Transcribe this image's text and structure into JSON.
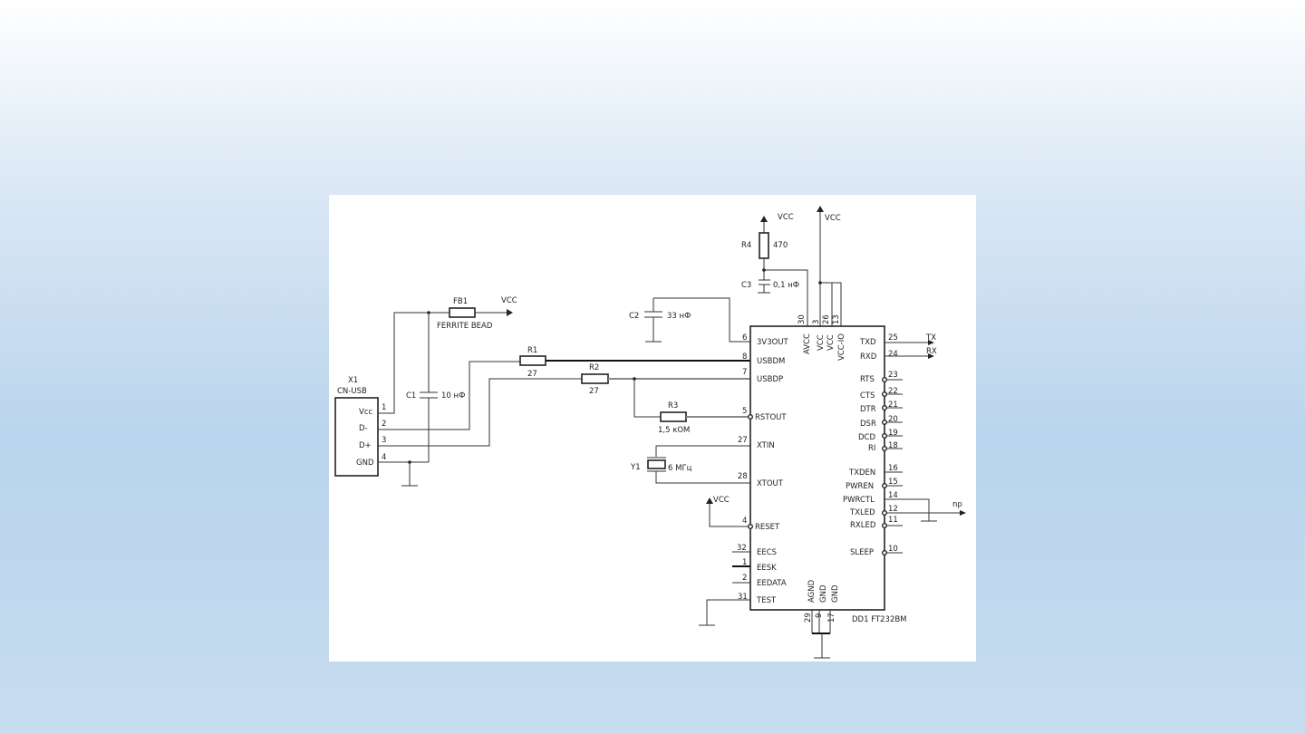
{
  "colors": {
    "slide_top": "#ffffff",
    "slide_bottom": "#b9d4ec",
    "wire": "#333333",
    "wire_gray": "#888888"
  },
  "usb": {
    "ref": "X1",
    "type": "CN-USB",
    "pins": [
      {
        "num": "1",
        "name": "Vcc"
      },
      {
        "num": "2",
        "name": "D-"
      },
      {
        "num": "3",
        "name": "D+"
      },
      {
        "num": "4",
        "name": "GND"
      }
    ]
  },
  "components": {
    "fb1": {
      "ref": "FB1",
      "value": "FERRITE BEAD"
    },
    "c1": {
      "ref": "C1",
      "value": "10 нФ"
    },
    "r1": {
      "ref": "R1",
      "value": "27"
    },
    "r2": {
      "ref": "R2",
      "value": "27"
    },
    "r3": {
      "ref": "R3",
      "value": "1,5 кОМ"
    },
    "c2": {
      "ref": "C2",
      "value": "33 нФ"
    },
    "y1": {
      "ref": "Y1",
      "value": "6 МГц"
    },
    "r4": {
      "ref": "R4",
      "value": "470"
    },
    "c3": {
      "ref": "C3",
      "value": "0,1 нФ"
    }
  },
  "supplies": {
    "vcc": "VCC"
  },
  "chip": {
    "label": "DD1 FT232BM",
    "left_pins": [
      {
        "num": "6",
        "name": "3V3OUT"
      },
      {
        "num": "8",
        "name": "USBDM"
      },
      {
        "num": "7",
        "name": "USBDP"
      },
      {
        "num": "5",
        "name": "RSTOUT"
      },
      {
        "num": "27",
        "name": "XTIN"
      },
      {
        "num": "28",
        "name": "XTOUT"
      },
      {
        "num": "4",
        "name": "RESET"
      },
      {
        "num": "32",
        "name": "EECS"
      },
      {
        "num": "1",
        "name": "EESK"
      },
      {
        "num": "2",
        "name": "EEDATA"
      },
      {
        "num": "31",
        "name": "TEST"
      }
    ],
    "right_pins": [
      {
        "num": "25",
        "name": "TXD"
      },
      {
        "num": "24",
        "name": "RXD"
      },
      {
        "num": "23",
        "name": "RTS"
      },
      {
        "num": "22",
        "name": "CTS"
      },
      {
        "num": "21",
        "name": "DTR"
      },
      {
        "num": "20",
        "name": "DSR"
      },
      {
        "num": "19",
        "name": "DCD"
      },
      {
        "num": "18",
        "name": "RI"
      },
      {
        "num": "16",
        "name": "TXDEN"
      },
      {
        "num": "15",
        "name": "PWREN"
      },
      {
        "num": "14",
        "name": "PWRCTL"
      },
      {
        "num": "12",
        "name": "TXLED"
      },
      {
        "num": "11",
        "name": "RXLED"
      },
      {
        "num": "10",
        "name": "SLEEP"
      }
    ],
    "top_pins": [
      {
        "num": "30",
        "name": "AVCC"
      },
      {
        "num": "3",
        "name": "VCC"
      },
      {
        "num": "26",
        "name": "VCC"
      },
      {
        "num": "13",
        "name": "VCC-IO"
      }
    ],
    "bottom_pins": [
      {
        "num": "29",
        "name": "AGND"
      },
      {
        "num": "9",
        "name": "GND"
      },
      {
        "num": "17",
        "name": "GND"
      }
    ]
  },
  "signals": {
    "tx": "TX",
    "rx": "RX",
    "np": "np"
  }
}
